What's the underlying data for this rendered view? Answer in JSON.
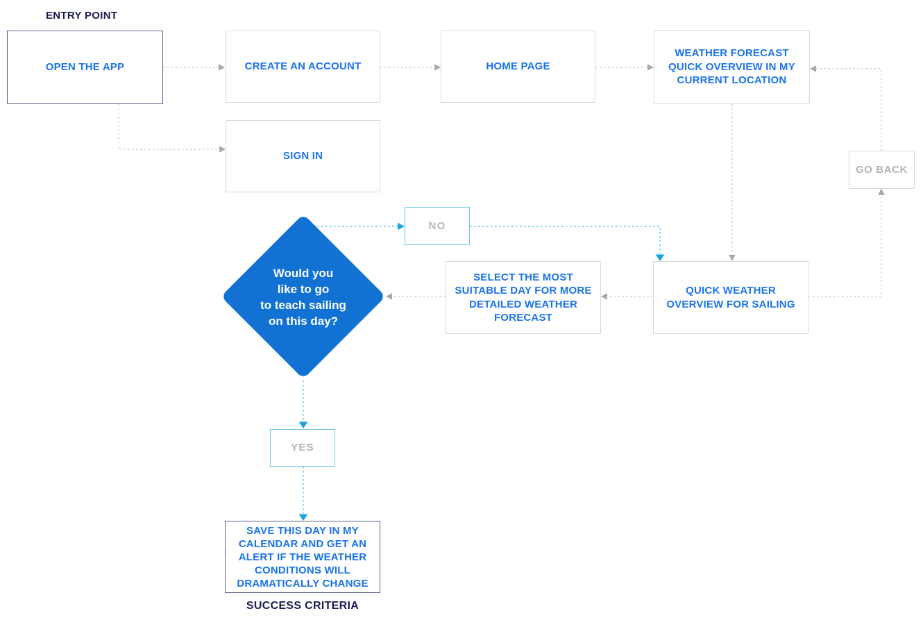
{
  "diagram": {
    "entry_point_label": "ENTRY POINT",
    "success_criteria_label": "SUCCESS CRITERIA",
    "nodes": {
      "open_app": {
        "label": "OPEN THE APP",
        "type": "entry"
      },
      "create_account": {
        "label": "CREATE AN ACCOUNT",
        "type": "step"
      },
      "home_page": {
        "label": "HOME PAGE",
        "type": "step"
      },
      "weather_forecast": {
        "label": "WEATHER FORECAST\nQUICK OVERVIEW IN MY\nCURRENT LOCATION",
        "type": "step"
      },
      "sign_in": {
        "label": "SIGN IN",
        "type": "step"
      },
      "go_back": {
        "label": "GO BACK",
        "type": "action"
      },
      "decision": {
        "label": "Would you\nlike to go\nto teach sailing\non this day?",
        "type": "decision"
      },
      "no": {
        "label": "NO",
        "type": "branch"
      },
      "yes": {
        "label": "YES",
        "type": "branch"
      },
      "select_day": {
        "label": "SELECT THE MOST\nSUITABLE DAY FOR MORE\nDETAILED WEATHER\nFORECAST",
        "type": "step"
      },
      "quick_overview": {
        "label": "QUICK WEATHER\nOVERVIEW FOR SAILING",
        "type": "step"
      },
      "save_day": {
        "label": "SAVE THIS DAY IN MY\nCALENDAR AND GET AN\nALERT IF THE WEATHER\nCONDITIONS WILL\nDRAMATICALLY CHANGE",
        "type": "success"
      }
    },
    "connections": [
      {
        "from": "open_app",
        "to": "create_account",
        "style": "gray"
      },
      {
        "from": "open_app",
        "to": "sign_in",
        "style": "gray"
      },
      {
        "from": "create_account",
        "to": "home_page",
        "style": "gray"
      },
      {
        "from": "home_page",
        "to": "weather_forecast",
        "style": "gray"
      },
      {
        "from": "go_back",
        "to": "weather_forecast",
        "style": "gray"
      },
      {
        "from": "weather_forecast",
        "to": "quick_overview",
        "style": "gray"
      },
      {
        "from": "quick_overview",
        "to": "go_back",
        "style": "gray"
      },
      {
        "from": "quick_overview",
        "to": "select_day",
        "style": "gray"
      },
      {
        "from": "select_day",
        "to": "decision",
        "style": "gray"
      },
      {
        "from": "decision",
        "to": "no",
        "style": "blue"
      },
      {
        "from": "no",
        "to": "quick_overview",
        "style": "blue"
      },
      {
        "from": "decision",
        "to": "yes",
        "style": "blue"
      },
      {
        "from": "yes",
        "to": "save_day",
        "style": "blue"
      }
    ],
    "colors": {
      "accent_blue": "#1a73e8",
      "diamond_blue": "#1272d3",
      "dark_navy": "#1b1b55",
      "dark_border": "#566086",
      "light_border": "#d9d9d9",
      "cyan_border": "#70c8ec",
      "gray_text": "#b4b4b4",
      "gray_line": "#cdcdcd",
      "gray_arrow": "#a9a9a9",
      "flow_blue": "#5fc0ea",
      "blue_arrow": "#1aa3e1"
    }
  }
}
